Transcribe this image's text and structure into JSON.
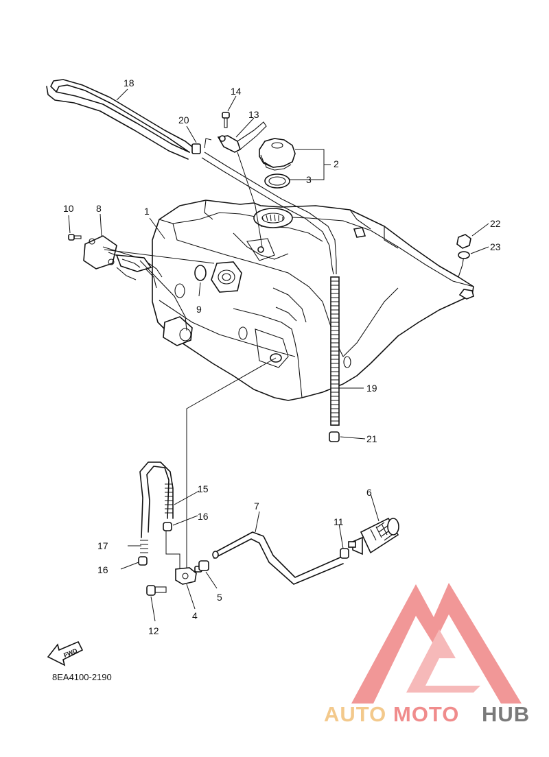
{
  "diagram": {
    "code": "8EA4100-2190",
    "direction_label": "FWD",
    "callouts": [
      "1",
      "2",
      "3",
      "4",
      "5",
      "6",
      "7",
      "8",
      "9",
      "10",
      "11",
      "12",
      "13",
      "14",
      "15",
      "16",
      "16",
      "17",
      "18",
      "19",
      "20",
      "21",
      "22",
      "23"
    ]
  },
  "watermark": {
    "brand_auto": "AUTO",
    "brand_moto": "MOTO",
    "brand_hub": "HUB",
    "colors": {
      "accent": "#f08c8c",
      "light": "#f3c98c",
      "dark": "#7a7a7a"
    }
  }
}
